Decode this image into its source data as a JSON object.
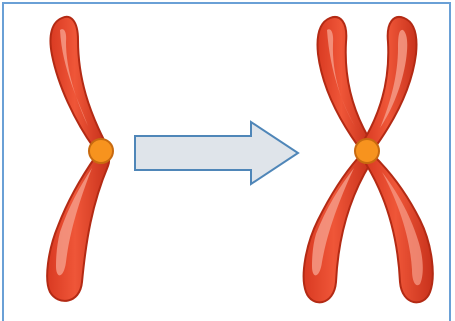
{
  "diagram": {
    "stages": [
      {
        "name": "unreplicated-chromosome",
        "chromatid_count": 1
      },
      {
        "name": "replicated-chromosome",
        "chromatid_count": 2
      }
    ],
    "transition": "arrow-right"
  },
  "colors": {
    "frame_border": "#6aa0d6",
    "chromatid_fill": "#e8442b",
    "chromatid_outline": "#b32a14",
    "chromatid_highlight": "#f59a86",
    "centromere_fill": "#f7931e",
    "centromere_outline": "#c86a10",
    "arrow_fill": "#dfe4ea",
    "arrow_outline": "#4f86b8",
    "background": "#ffffff"
  }
}
